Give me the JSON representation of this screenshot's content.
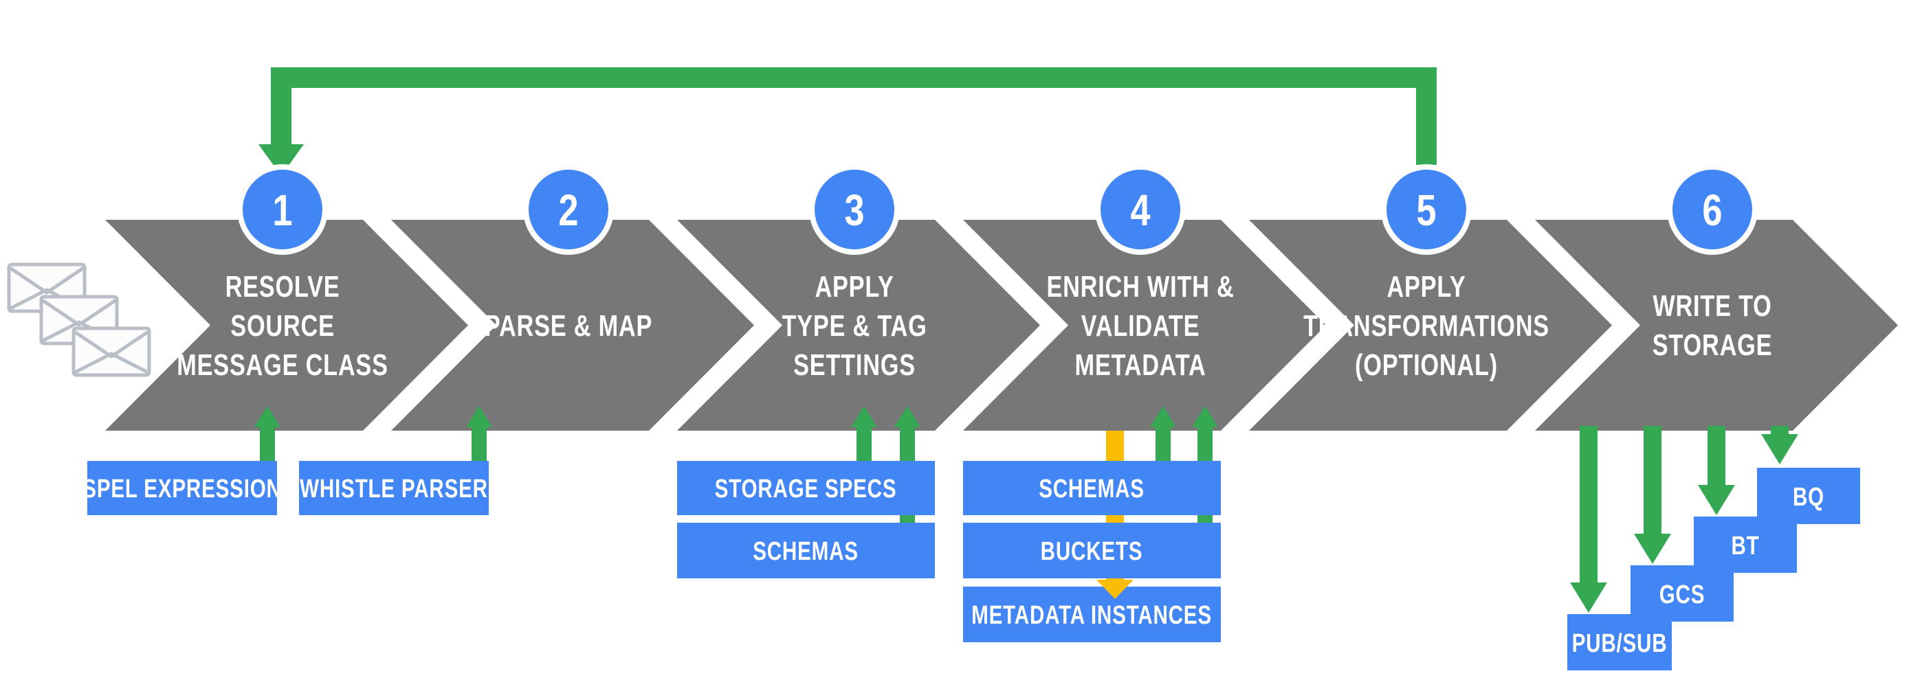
{
  "colors": {
    "gray": "#777777",
    "blue": "#4285F4",
    "green": "#34A853",
    "yellow": "#FBBC05",
    "env-stroke": "#B9BEC7",
    "env-fill": "#FCFCFD"
  },
  "steps": [
    {
      "number": "1",
      "lines": [
        "RESOLVE",
        "SOURCE",
        "MESSAGE CLASS"
      ]
    },
    {
      "number": "2",
      "lines": [
        "PARSE & MAP"
      ]
    },
    {
      "number": "3",
      "lines": [
        "APPLY",
        "TYPE & TAG",
        "SETTINGS"
      ]
    },
    {
      "number": "4",
      "lines": [
        "ENRICH WITH &",
        "VALIDATE",
        "METADATA"
      ]
    },
    {
      "number": "5",
      "lines": [
        "APPLY",
        "TRANSFORMATIONS",
        "(OPTIONAL)"
      ]
    },
    {
      "number": "6",
      "lines": [
        "WRITE TO",
        "STORAGE"
      ]
    }
  ],
  "input_boxes": {
    "spel": "SPEL EXPRESSION",
    "whistle": "WHISTLE PARSER",
    "storage_specs": "STORAGE SPECS",
    "schemas_step3": "SCHEMAS",
    "schemas_step4": "SCHEMAS",
    "buckets": "BUCKETS",
    "metadata_instances": "METADATA INSTANCES"
  },
  "output_boxes": {
    "pubsub": "PUB/SUB",
    "gcs": "GCS",
    "bt": "BT",
    "bq": "BQ"
  }
}
